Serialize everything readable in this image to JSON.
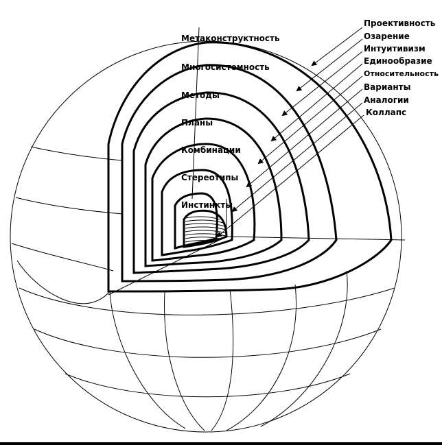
{
  "layers": [
    "Метаконструктность",
    "Многосистемность",
    "Методы",
    "Планы",
    "Комбинации",
    "Стереотипы",
    "Инстинкты"
  ],
  "pointers": [
    "Проективность",
    "Озарение",
    "Интуитивизм",
    "Единообразие",
    "Относительность",
    "Варианты",
    "Аналогии",
    "Коллапс"
  ]
}
